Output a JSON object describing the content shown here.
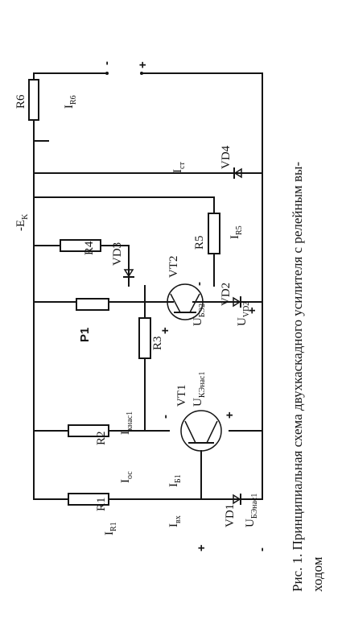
{
  "caption": {
    "line1": "Рис. 1. Принципиальная схема двухкаскадного усилителя с релейным вы-",
    "line2": "ходом"
  },
  "labels": {
    "R6": "R6",
    "R4": "R4",
    "R5": "R5",
    "R3": "R3",
    "R2": "R2",
    "R1": "R1",
    "P1": "P1",
    "VT1": "VT1",
    "VT2": "VT2",
    "VD1": "VD1",
    "VD2": "VD2",
    "VD3": "VD3",
    "VD4": "VD4",
    "Ek": "-E",
    "Ek_sub": "K",
    "IR6": "I",
    "IR6_sub": "R6",
    "Ist": "I",
    "Ist_sub": "ст",
    "IR5": "I",
    "IR5_sub": "R5",
    "Iknas": "I",
    "Iknas_sub": "кнас1",
    "Ioc": "I",
    "Ioc_sub": "ос",
    "IR1": "I",
    "IR1_sub": "R1",
    "Ib1": "I",
    "Ib1_sub": "Б1",
    "Ivx": "I",
    "Ivx_sub": "вх",
    "Ub2": "U",
    "Ub2_sub": "БЭ2",
    "Uvd2": "U",
    "Uvd2_sub": "VD2",
    "Uke": "U",
    "Uke_sub": "КЭнас1",
    "Ube": "U",
    "Ube_sub": "БЭнас1"
  },
  "polarity": {
    "top_minus": "-",
    "top_plus": "+",
    "vt2_plus": "+",
    "vt2_minus": "-",
    "vd2_plus": "+",
    "vt1_minus": "-",
    "vt1_plus": "+",
    "in_plus": "+",
    "in_minus": "-"
  }
}
